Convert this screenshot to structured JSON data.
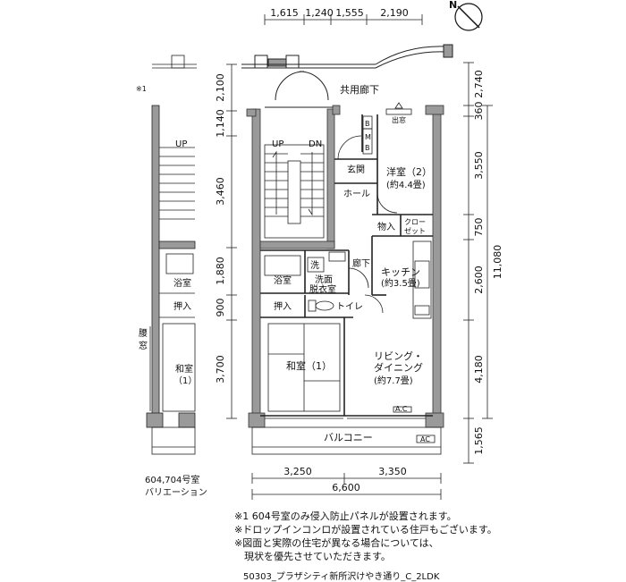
{
  "dimensions": {
    "top": [
      "1,615",
      "1,240",
      "1,555",
      "2,190"
    ],
    "left": [
      "2,100",
      "1,140",
      "3,460",
      "1,880",
      "900",
      "3,700"
    ],
    "right_inner": [
      "2,740",
      "360",
      "3,550",
      "750",
      "2,600",
      "4,180",
      "1,565"
    ],
    "right_outer": "11,080",
    "bottom": [
      "3,250",
      "3,350"
    ],
    "bottom_total": "6,600"
  },
  "rooms": {
    "corridor": "共用廊下",
    "western_room": "洋室（2）",
    "western_size": "(約4.4畳)",
    "entrance": "玄関",
    "hall": "ホール",
    "storage": "物入",
    "closet_line1": "クロー",
    "closet_line2": "ゼット",
    "kitchen": "キッチン",
    "kitchen_size": "(約3.5畳)",
    "hallway": "廊下",
    "bath": "浴室",
    "wash": "洗",
    "washroom_line1": "洗面",
    "washroom_line2": "脱衣室",
    "closet_oshiire": "押入",
    "toilet": "トイレ",
    "japanese_room": "和室（1）",
    "living_line1": "リビング・",
    "living_line2": "ダイニング",
    "living_size": "(約7.7畳)",
    "balcony": "バルコニー",
    "bay_window": "出窓",
    "mb_m": "M",
    "mb_b": "B",
    "b_box": "B",
    "up": "UP",
    "dn": "DN",
    "ac": "A.C",
    "ac2": "AC"
  },
  "variation": {
    "note_marker": "※1",
    "bath": "浴室",
    "oshiire": "押入",
    "koshi": "腰",
    "mado": "窓",
    "japanese_line1": "和室",
    "japanese_line2": "（1）",
    "up": "UP",
    "caption_line1": "604,704号室",
    "caption_line2": "バリエーション"
  },
  "compass": "N",
  "notes": [
    "※1  604号室のみ侵入防止パネルが設置されます。",
    "※ドロップインコンロが設置されている住戸もございます。",
    "※図面と実際の住宅が異なる場合については、",
    "　現状を優先させていただきます。"
  ],
  "footer": "50303_プラザシティ新所沢けやき通り_C_2LDK"
}
